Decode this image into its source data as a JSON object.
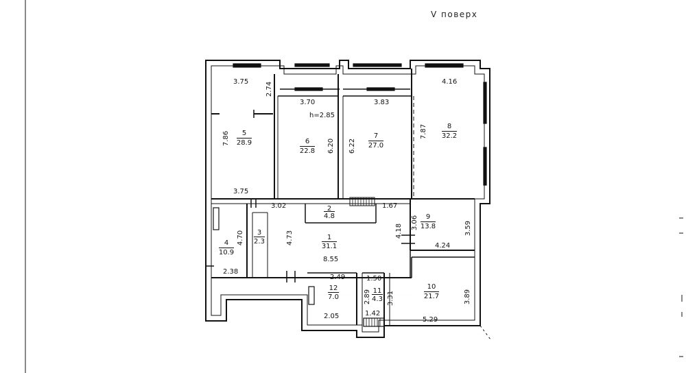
{
  "title": "V поверх",
  "rooms": [
    {
      "num": "1",
      "area": "31.1"
    },
    {
      "num": "2",
      "area": "4.8"
    },
    {
      "num": "3",
      "area": "2.3"
    },
    {
      "num": "4",
      "area": "10.9"
    },
    {
      "num": "5",
      "area": "28.9"
    },
    {
      "num": "6",
      "area": "22.8"
    },
    {
      "num": "7",
      "area": "27.0"
    },
    {
      "num": "8",
      "area": "32.2"
    },
    {
      "num": "9",
      "area": "13.8"
    },
    {
      "num": "10",
      "area": "21.7"
    },
    {
      "num": "11",
      "area": "4.3"
    },
    {
      "num": "12",
      "area": "7.0"
    }
  ],
  "ceiling_height": "h=2.85",
  "dimensions": {
    "d_3_75_top": "3.75",
    "d_2_74": "2.74",
    "d_3_70": "3.70",
    "d_3_83": "3.83",
    "d_4_16": "4.16",
    "d_7_86": "7.86",
    "d_6_20": "6.20",
    "d_6_22": "6.22",
    "d_7_87": "7.87",
    "d_3_75_bottom": "3.75",
    "d_3_02": "3.02",
    "d_1_67": "1.67",
    "d_3_06": "3.06",
    "d_3_59": "3.59",
    "d_4_18": "4.18",
    "d_4_24": "4.24",
    "d_4_70": "4.70",
    "d_4_73": "4.73",
    "d_8_55": "8.55",
    "d_2_38": "2.38",
    "d_2_49": "2.49",
    "d_1_50": "1.50",
    "d_2_89": "2.89",
    "d_3_31": "3.31",
    "d_3_89": "3.89",
    "d_2_05": "2.05",
    "d_1_42": "1.42",
    "d_5_29": "5.29"
  }
}
